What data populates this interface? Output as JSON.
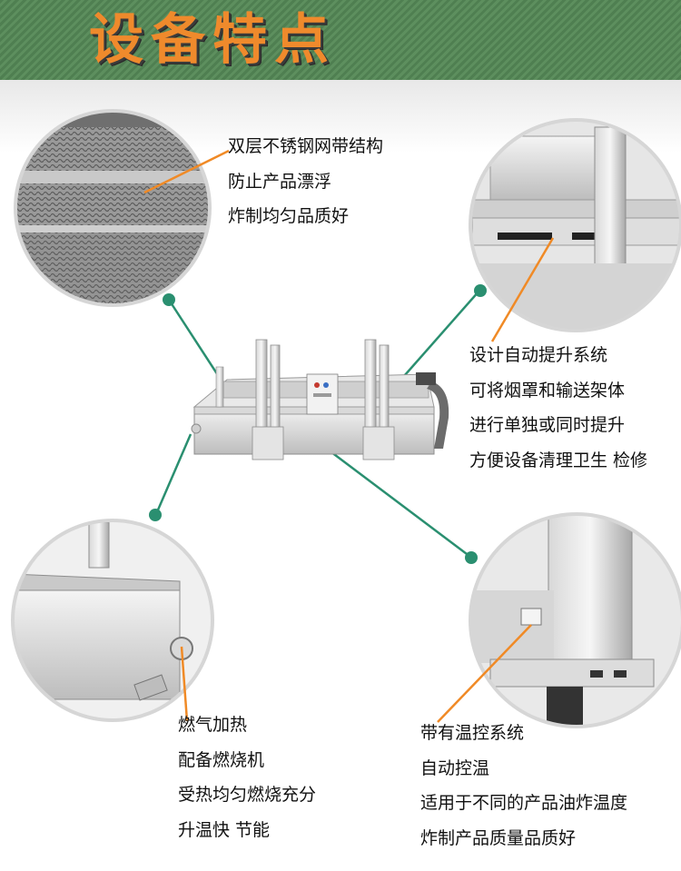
{
  "header": {
    "title": "设备特点"
  },
  "colors": {
    "banner": "#5a8a5b",
    "title": "#ef8a2c",
    "connector": "#2a8f70",
    "callout": "#f08a26"
  },
  "features": {
    "mesh_belt": {
      "lines": [
        "双层不锈钢网带结构",
        "防止产品漂浮",
        "炸制均匀品质好"
      ]
    },
    "auto_lift": {
      "lines": [
        "设计自动提升系统",
        "可将烟罩和输送架体",
        "进行单独或同时提升",
        "方便设备清理卫生 检修"
      ]
    },
    "gas_heating": {
      "lines": [
        "燃气加热",
        "配备燃烧机",
        "受热均匀燃烧充分",
        "升温快 节能"
      ]
    },
    "temp_control": {
      "lines": [
        "带有温控系统",
        "自动控温",
        "适用于不同的产品油炸温度",
        "炸制产品质量品质好"
      ]
    }
  }
}
